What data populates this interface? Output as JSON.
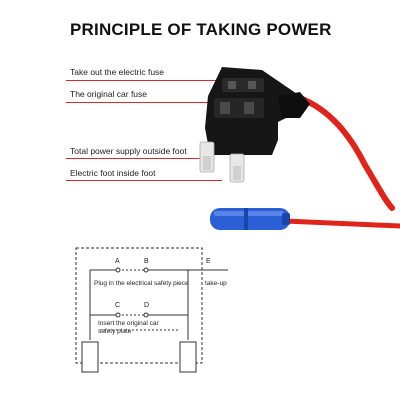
{
  "title": "PRINCIPLE OF TAKING POWER",
  "callouts": {
    "take_out": "Take out the electric fuse",
    "original": "The original car fuse",
    "total_power": "Total power supply outside foot",
    "electric_foot": "Electric foot inside foot"
  },
  "diagram": {
    "node_a": "A",
    "node_b": "B",
    "node_c": "C",
    "node_d": "D",
    "node_e": "E",
    "plug_label": "Plug in the electrical safety piece",
    "takeup_label": "take-up",
    "insert_line1": "Insert the original car",
    "insert_line2": "safety plate"
  },
  "colors": {
    "callout_line": "#d32c2c",
    "wire": "#e0241c",
    "connector": "#2a5fd6",
    "fuse_body": "#161616"
  }
}
